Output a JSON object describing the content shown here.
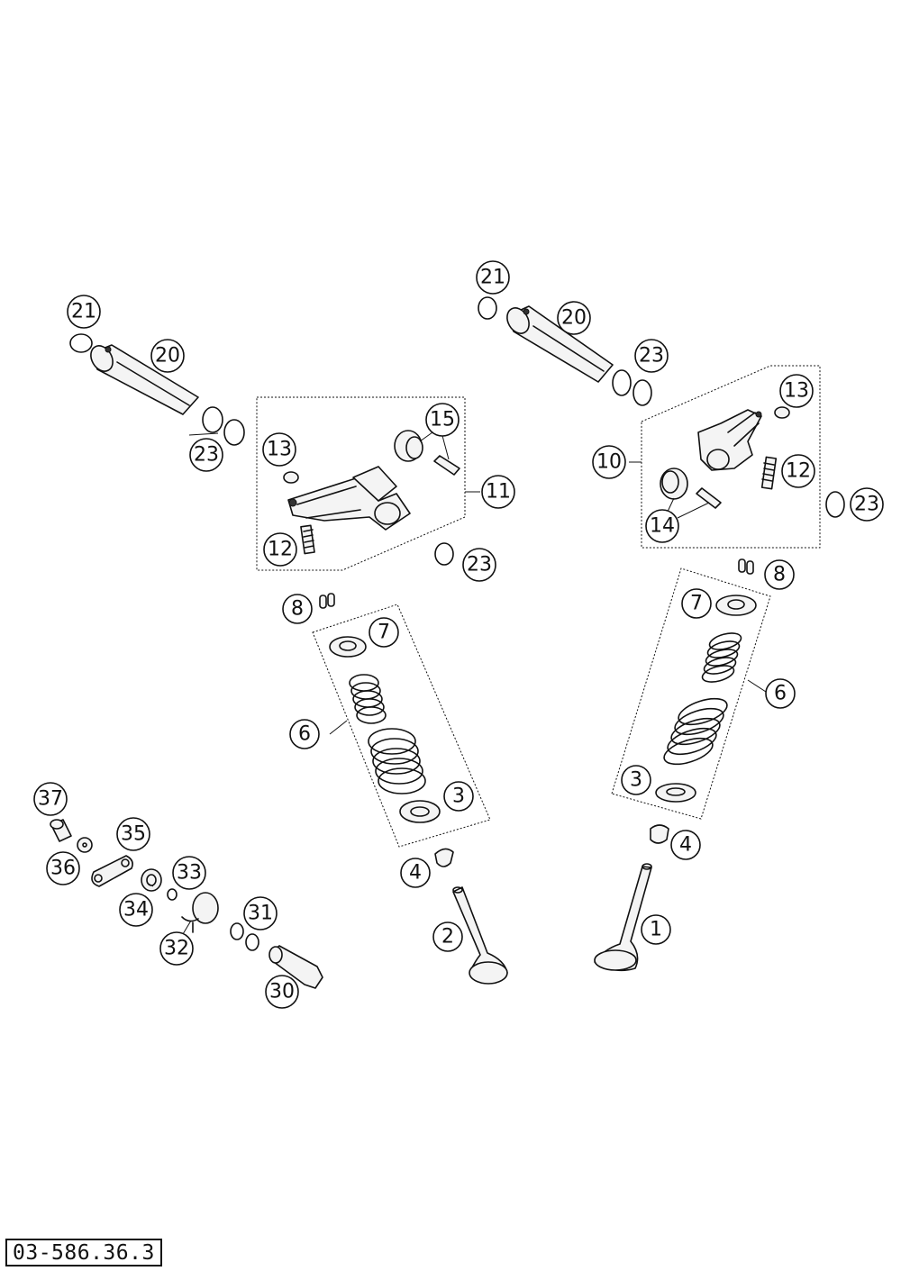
{
  "drawing_number": "03-586.36.3",
  "callouts": {
    "c1": "1",
    "c2": "2",
    "c3a": "3",
    "c3b": "3",
    "c4a": "4",
    "c4b": "4",
    "c6a": "6",
    "c6b": "6",
    "c7a": "7",
    "c7b": "7",
    "c8a": "8",
    "c8b": "8",
    "c10": "10",
    "c11": "11",
    "c12a": "12",
    "c12b": "12",
    "c13a": "13",
    "c13b": "13",
    "c14": "14",
    "c15": "15",
    "c20a": "20",
    "c20b": "20",
    "c21a": "21",
    "c21b": "21",
    "c23a": "23",
    "c23b": "23",
    "c23c": "23",
    "c23d": "23",
    "c30": "30",
    "c31": "31",
    "c32": "32",
    "c33": "33",
    "c34": "34",
    "c35": "35",
    "c36": "36",
    "c37": "37"
  }
}
